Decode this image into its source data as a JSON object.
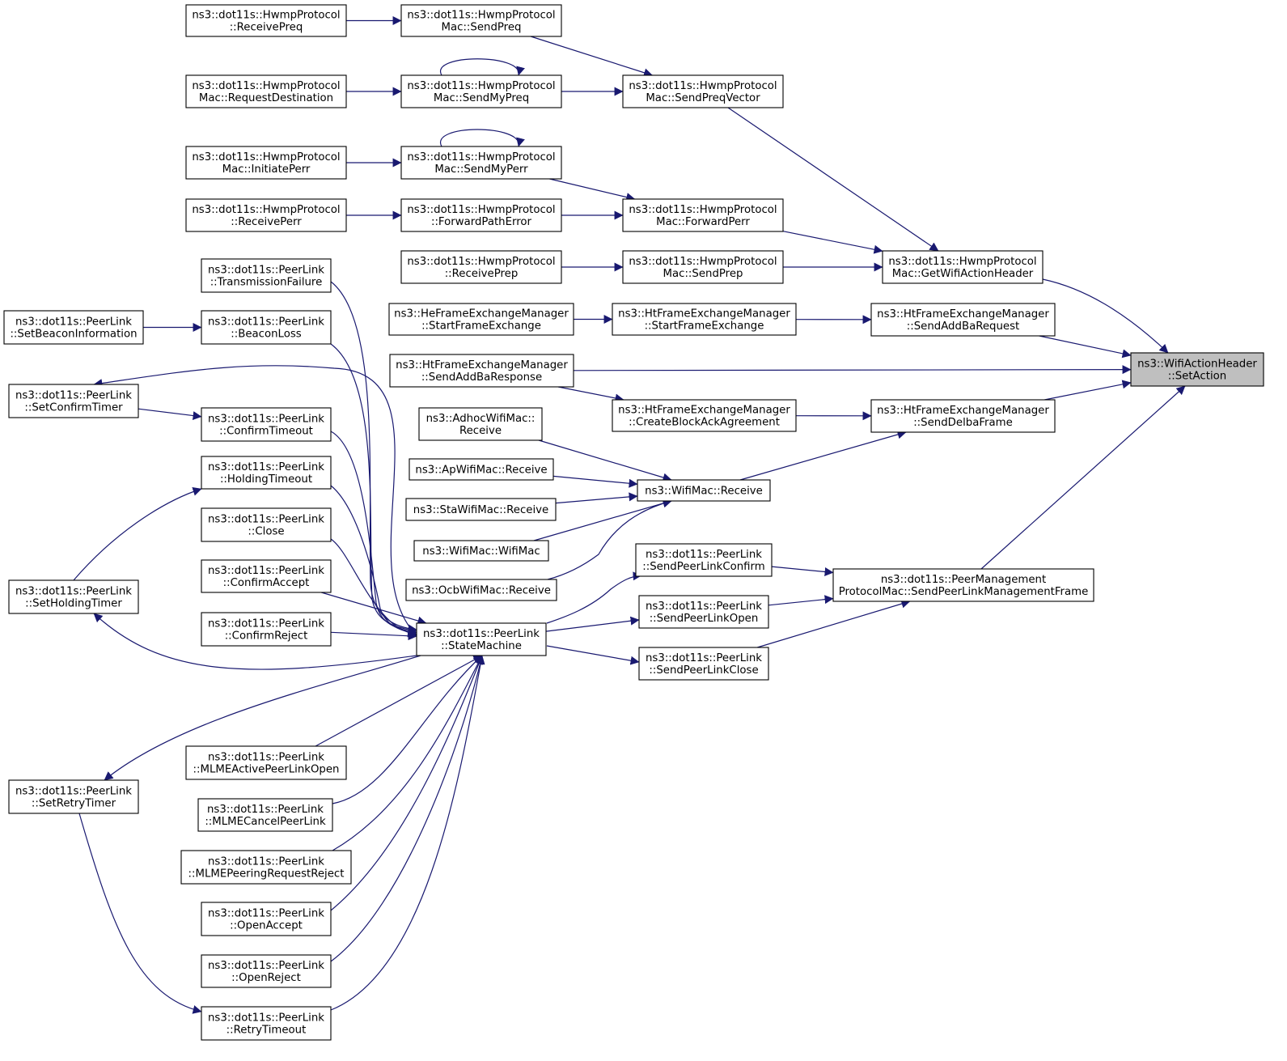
{
  "colors": {
    "edge": "#191970",
    "node_border": "#000000",
    "node_fill": "#ffffff",
    "highlight_fill": "#bfbfbf"
  },
  "nodes": {
    "setaction": [
      "ns3::WifiActionHeader",
      "::SetAction"
    ],
    "getwifiactionheader": [
      "ns3::dot11s::HwmpProtocol",
      "Mac::GetWifiActionHeader"
    ],
    "sendpreqvector": [
      "ns3::dot11s::HwmpProtocol",
      "Mac::SendPreqVector"
    ],
    "sendpreq": [
      "ns3::dot11s::HwmpProtocol",
      "Mac::SendPreq"
    ],
    "receivepreq": [
      "ns3::dot11s::HwmpProtocol",
      "::ReceivePreq"
    ],
    "sendmypreq": [
      "ns3::dot11s::HwmpProtocol",
      "Mac::SendMyPreq"
    ],
    "requestdestination": [
      "ns3::dot11s::HwmpProtocol",
      "Mac::RequestDestination"
    ],
    "sendmyperr": [
      "ns3::dot11s::HwmpProtocol",
      "Mac::SendMyPerr"
    ],
    "initiateperr": [
      "ns3::dot11s::HwmpProtocol",
      "Mac::InitiatePerr"
    ],
    "forwardperr": [
      "ns3::dot11s::HwmpProtocol",
      "Mac::ForwardPerr"
    ],
    "forwardpatherror": [
      "ns3::dot11s::HwmpProtocol",
      "::ForwardPathError"
    ],
    "receiveperr": [
      "ns3::dot11s::HwmpProtocol",
      "::ReceivePerr"
    ],
    "sendprep": [
      "ns3::dot11s::HwmpProtocol",
      "Mac::SendPrep"
    ],
    "receiveprep": [
      "ns3::dot11s::HwmpProtocol",
      "::ReceivePrep"
    ],
    "htsendaddbarequest": [
      "ns3::HtFrameExchangeManager",
      "::SendAddBaRequest"
    ],
    "htstartframeexchange": [
      "ns3::HtFrameExchangeManager",
      "::StartFrameExchange"
    ],
    "hestartframeexchange": [
      "ns3::HeFrameExchangeManager",
      "::StartFrameExchange"
    ],
    "htsendaddbaresponse": [
      "ns3::HtFrameExchangeManager",
      "::SendAddBaResponse"
    ],
    "htsenddelbaframe": [
      "ns3::HtFrameExchangeManager",
      "::SendDelbaFrame"
    ],
    "htcreateblockackagreement": [
      "ns3::HtFrameExchangeManager",
      "::CreateBlockAckAgreement"
    ],
    "wifimacreceive": [
      "ns3::WifiMac::Receive"
    ],
    "adhocreceive": [
      "ns3::AdhocWifiMac::",
      "Receive"
    ],
    "apreceive": [
      "ns3::ApWifiMac::Receive"
    ],
    "stareceive": [
      "ns3::StaWifiMac::Receive"
    ],
    "wifimacctor": [
      "ns3::WifiMac::WifiMac"
    ],
    "ocbreceive": [
      "ns3::OcbWifiMac::Receive"
    ],
    "sendpeerlinkmgmt": [
      "ns3::dot11s::PeerManagement",
      "ProtocolMac::SendPeerLinkManagementFrame"
    ],
    "sendpeerlinkconfirm": [
      "ns3::dot11s::PeerLink",
      "::SendPeerLinkConfirm"
    ],
    "sendpeerlinkopen": [
      "ns3::dot11s::PeerLink",
      "::SendPeerLinkOpen"
    ],
    "sendpeerlinkclose": [
      "ns3::dot11s::PeerLink",
      "::SendPeerLinkClose"
    ],
    "statemachine": [
      "ns3::dot11s::PeerLink",
      "::StateMachine"
    ],
    "transmissionfailure": [
      "ns3::dot11s::PeerLink",
      "::TransmissionFailure"
    ],
    "beaconloss": [
      "ns3::dot11s::PeerLink",
      "::BeaconLoss"
    ],
    "setbeaconinformation": [
      "ns3::dot11s::PeerLink",
      "::SetBeaconInformation"
    ],
    "setconfirmtimer": [
      "ns3::dot11s::PeerLink",
      "::SetConfirmTimer"
    ],
    "confirmtimeout": [
      "ns3::dot11s::PeerLink",
      "::ConfirmTimeout"
    ],
    "holdingtimeout": [
      "ns3::dot11s::PeerLink",
      "::HoldingTimeout"
    ],
    "close": [
      "ns3::dot11s::PeerLink",
      "::Close"
    ],
    "confirmaccept": [
      "ns3::dot11s::PeerLink",
      "::ConfirmAccept"
    ],
    "confirmreject": [
      "ns3::dot11s::PeerLink",
      "::ConfirmReject"
    ],
    "setholdingtimer": [
      "ns3::dot11s::PeerLink",
      "::SetHoldingTimer"
    ],
    "mlmeactivepeerlinkopen": [
      "ns3::dot11s::PeerLink",
      "::MLMEActivePeerLinkOpen"
    ],
    "mlmecancelpeerlink": [
      "ns3::dot11s::PeerLink",
      "::MLMECancelPeerLink"
    ],
    "mlmepeeringrequestreject": [
      "ns3::dot11s::PeerLink",
      "::MLMEPeeringRequestReject"
    ],
    "openaccept": [
      "ns3::dot11s::PeerLink",
      "::OpenAccept"
    ],
    "openreject": [
      "ns3::dot11s::PeerLink",
      "::OpenReject"
    ],
    "retrytimeout": [
      "ns3::dot11s::PeerLink",
      "::RetryTimeout"
    ],
    "setretrytimer": [
      "ns3::dot11s::PeerLink",
      "::SetRetryTimer"
    ]
  },
  "edges": [
    [
      "receivepreq",
      "sendpreq"
    ],
    [
      "sendpreq",
      "sendpreqvector"
    ],
    [
      "requestdestination",
      "sendmypreq"
    ],
    [
      "sendmypreq",
      "sendmypreq"
    ],
    [
      "sendmypreq",
      "sendpreqvector"
    ],
    [
      "sendpreqvector",
      "getwifiactionheader"
    ],
    [
      "initiateperr",
      "sendmyperr"
    ],
    [
      "sendmyperr",
      "sendmyperr"
    ],
    [
      "sendmyperr",
      "forwardperr"
    ],
    [
      "receiveperr",
      "forwardpatherror"
    ],
    [
      "forwardpatherror",
      "forwardperr"
    ],
    [
      "forwardperr",
      "getwifiactionheader"
    ],
    [
      "receiveprep",
      "sendprep"
    ],
    [
      "sendprep",
      "getwifiactionheader"
    ],
    [
      "getwifiactionheader",
      "setaction"
    ],
    [
      "hestartframeexchange",
      "htstartframeexchange"
    ],
    [
      "htstartframeexchange",
      "htsendaddbarequest"
    ],
    [
      "htsendaddbarequest",
      "setaction"
    ],
    [
      "htsendaddbaresponse",
      "setaction"
    ],
    [
      "htsendaddbaresponse",
      "htcreateblockackagreement"
    ],
    [
      "htcreateblockackagreement",
      "htsenddelbaframe"
    ],
    [
      "htsenddelbaframe",
      "setaction"
    ],
    [
      "adhocreceive",
      "wifimacreceive"
    ],
    [
      "apreceive",
      "wifimacreceive"
    ],
    [
      "stareceive",
      "wifimacreceive"
    ],
    [
      "wifimacctor",
      "wifimacreceive"
    ],
    [
      "ocbreceive",
      "wifimacreceive"
    ],
    [
      "wifimacreceive",
      "htsenddelbaframe"
    ],
    [
      "sendpeerlinkconfirm",
      "sendpeerlinkmgmt"
    ],
    [
      "sendpeerlinkopen",
      "sendpeerlinkmgmt"
    ],
    [
      "sendpeerlinkclose",
      "sendpeerlinkmgmt"
    ],
    [
      "sendpeerlinkmgmt",
      "setaction"
    ],
    [
      "statemachine",
      "sendpeerlinkconfirm"
    ],
    [
      "statemachine",
      "sendpeerlinkopen"
    ],
    [
      "statemachine",
      "sendpeerlinkclose"
    ],
    [
      "transmissionfailure",
      "statemachine"
    ],
    [
      "setbeaconinformation",
      "beaconloss"
    ],
    [
      "beaconloss",
      "statemachine"
    ],
    [
      "statemachine",
      "setconfirmtimer"
    ],
    [
      "setconfirmtimer",
      "confirmtimeout"
    ],
    [
      "confirmtimeout",
      "statemachine"
    ],
    [
      "setholdingtimer",
      "holdingtimeout"
    ],
    [
      "holdingtimeout",
      "statemachine"
    ],
    [
      "close",
      "statemachine"
    ],
    [
      "confirmaccept",
      "statemachine"
    ],
    [
      "confirmreject",
      "statemachine"
    ],
    [
      "statemachine",
      "setholdingtimer"
    ],
    [
      "mlmeactivepeerlinkopen",
      "statemachine"
    ],
    [
      "mlmecancelpeerlink",
      "statemachine"
    ],
    [
      "mlmepeeringrequestreject",
      "statemachine"
    ],
    [
      "openaccept",
      "statemachine"
    ],
    [
      "openreject",
      "statemachine"
    ],
    [
      "retrytimeout",
      "statemachine"
    ],
    [
      "statemachine",
      "setretrytimer"
    ],
    [
      "setretrytimer",
      "retrytimeout"
    ]
  ]
}
